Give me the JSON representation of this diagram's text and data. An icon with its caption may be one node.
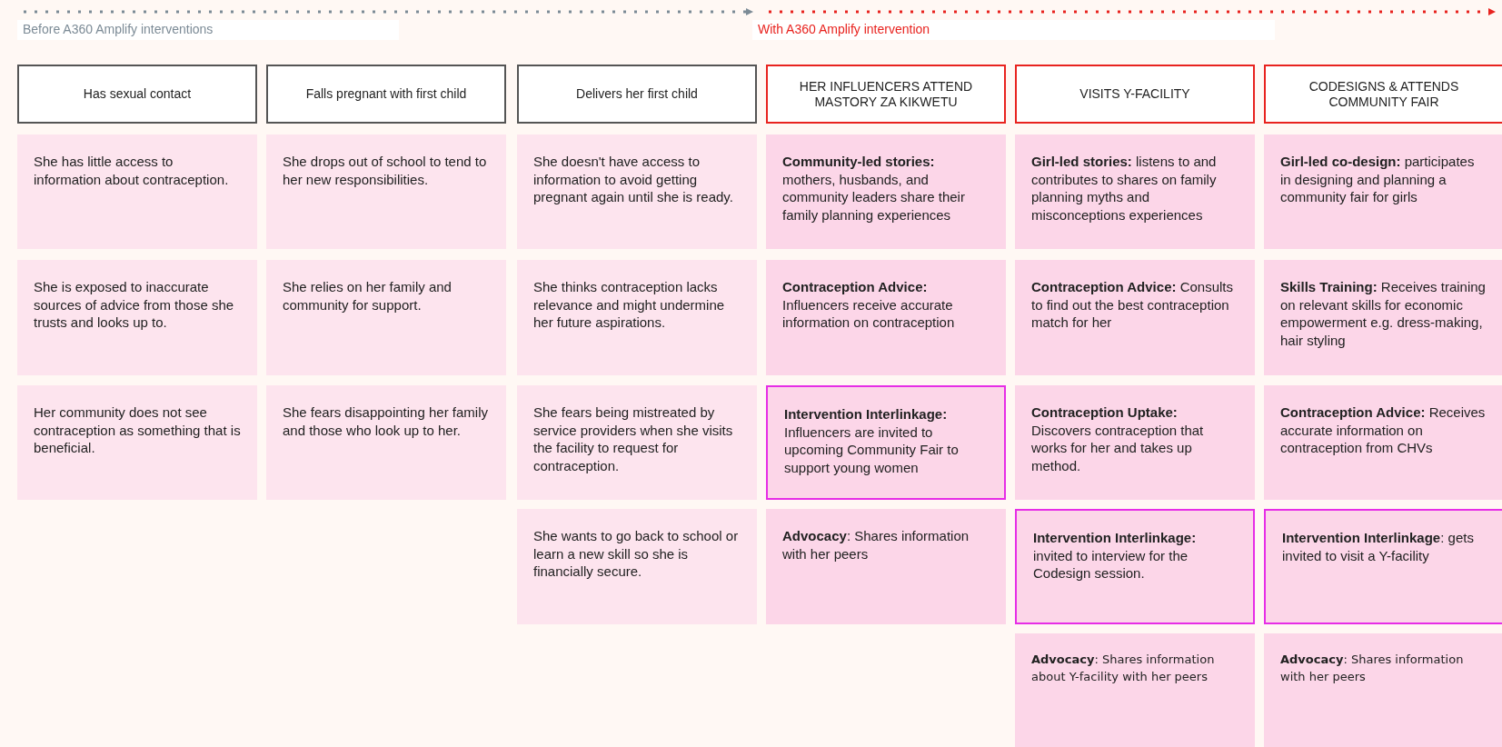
{
  "diagram": {
    "nodes": [
      {
        "text": [
          "Has sexual contact"
        ]
      },
      {
        "text": [
          "Falls pregnant with first child"
        ]
      },
      {
        "text": [
          "Delivers her first child"
        ]
      },
      {
        "text": [
          "HER INFLUENCERS ATTEND MASTORY ZA KIKWETU"
        ]
      },
      {
        "text": [
          "VISITS Y-FACILITY"
        ]
      },
      {
        "text": [
          "CODESIGNS & ATTENDS COMMUNITY FAIR"
        ]
      },
      {
        "text": [
          "She has little access to information about contraception."
        ]
      },
      {
        "text": [
          "She is exposed to inaccurate sources of advice from those she trusts and looks up to."
        ]
      },
      {
        "text": [
          "Her community does not see contraception as something that is beneficial."
        ]
      },
      {
        "text": [
          "She drops out of school to tend to her new responsibilities."
        ]
      },
      {
        "text": [
          "She relies on her family and community for support."
        ]
      },
      {
        "text": [
          "She fears disappointing her family and those who look up to her."
        ]
      },
      {
        "text": [
          "She doesn't have access to information to avoid getting pregnant again until she is ready."
        ]
      },
      {
        "text": [
          "She thinks contraception lacks relevance and might undermine her future aspirations."
        ]
      },
      {
        "text": [
          "She fears being mistreated by service providers when she visits the facility to request for contraception."
        ]
      },
      {
        "text": [
          "She wants to go back to school or learn a new skill so she is financially secure."
        ]
      },
      {
        "text": [
          "**Community-led stories:** mothers, husbands, and community leaders share their family planning experiences"
        ]
      },
      {
        "text": [
          "**Contraception Advice:** Influencers receive accurate information on contraception"
        ]
      },
      {
        "text": [
          "**Intervention Interlinkage:** Influencers are invited to upcoming Community Fair to support young women"
        ]
      },
      {
        "text": [
          "**Advocacy**: Shares information with her peers"
        ]
      },
      {
        "text": [
          "**Girl-led stories:** listens to and contributes to shares on family planning myths and misconceptions experiences"
        ]
      },
      {
        "text": [
          "**Contraception Advice:** Consults to find out the best contraception match for her"
        ]
      },
      {
        "text": [
          "**Contraception Uptake:** Discovers contraception that works for her and takes up method."
        ]
      },
      {
        "text": [
          "**Intervention Interlinkage:** invited to interview for the Codesign session."
        ]
      },
      {
        "text": [
          "**Advocacy**: Shares information about Y-facility with her peers"
        ]
      },
      {
        "text": [
          "**Girl-led co-design:** participates in designing and planning a community fair for girls"
        ]
      },
      {
        "text": [
          "**Skills Training:** Receives training on relevant skills for economic empowerment e.g. dress-making, hair styling"
        ]
      },
      {
        "text": [
          "**Contraception Advice:** Receives accurate information on contraception from CHVs"
        ]
      },
      {
        "text": [
          "**Intervention Interlinkage**: gets invited to visit a Y-facility"
        ]
      },
      {
        "text": [
          "**Advocacy**: Shares information with her peers"
        ]
      }
    ],
    "labels": [
      "Before A360 Amplify interventions",
      "With A360 Amplify intervention"
    ]
  }
}
